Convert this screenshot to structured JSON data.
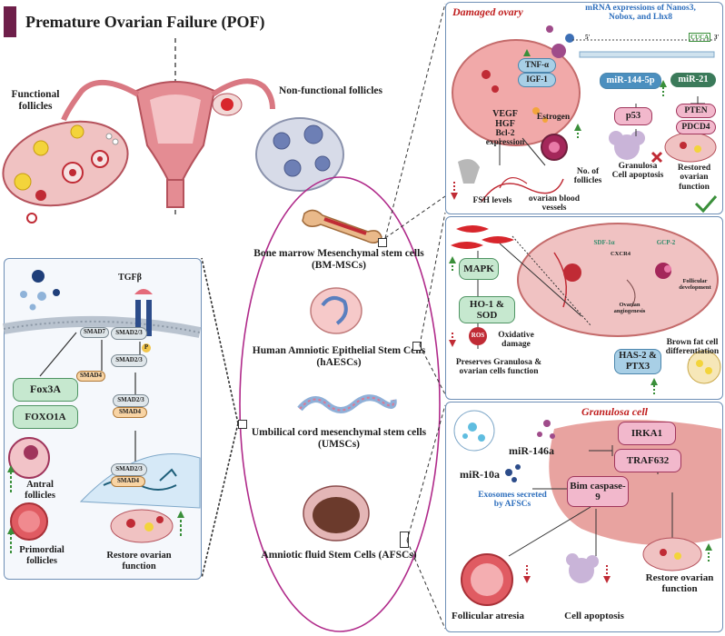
{
  "title": "Premature Ovarian Failure (POF)",
  "left_top": {
    "functional": "Functional follicles",
    "nonfunctional": "Non-functional follicles"
  },
  "stem_cells": [
    {
      "name": "Bone marrow Mesenchymal stem cells (BM-MSCs)"
    },
    {
      "name": "Human Amniotic Epithelial Stem Cells (hAESCs)"
    },
    {
      "name": "Umbilical cord mesenchymal stem cells (UMSCs)"
    },
    {
      "name": "Amniotic fluid Stem Cells (AFSCs)"
    }
  ],
  "tgf_panel": {
    "tgfb": "TGFβ",
    "smad7": "SMAD7",
    "smad23": "SMAD2/3",
    "smad4": "SMAD4",
    "p": "P",
    "fox3a": "Fox3A",
    "foxo1a": "FOXO1A",
    "antral": "Antral follicles",
    "primordial": "Primordial follicles",
    "restore": "Restore ovarian function"
  },
  "damaged": {
    "title": "Damaged ovary",
    "mrna": "mRNA expressions of Nanos3, Nobox, and Lhx8",
    "tnf": "TNF-α",
    "igf": "IGF-1",
    "vegf": "VEGF",
    "hgf": "HGF",
    "bcl2": "Bcl-2 expression",
    "estrogen": "Estrogen",
    "mir144": "miR-144-5p",
    "mir21": "miR-21",
    "p53": "p53",
    "pten": "PTEN",
    "pdcd4": "PDCD4",
    "granulosa_apop": "Granulosa Cell apoptosis",
    "restored": "Restored ovarian function",
    "nofoll": "No. of follicles",
    "fsh": "FSH levels",
    "vessels": "ovarian blood vessels",
    "strand_5": "5'",
    "strand_3": "3'",
    "cuca": "CUCA"
  },
  "mid_panel": {
    "mapk": "MAPK",
    "ho1": "HO-1 & SOD",
    "ros": "ROS",
    "oxid": "Oxidative damage",
    "preserve": "Preserves Granulosa & ovarian cells function",
    "has2": "HAS-2 & PTX3",
    "brown": "Brown fat cell differentiation",
    "sdf": "SDF-1α",
    "cxcr4": "CXCR4",
    "gcp2": "GCP-2",
    "angio": "Ovarian angiogenesis",
    "foll_dev": "Follicular development"
  },
  "gran_panel": {
    "title": "Granulosa cell",
    "mir146": "miR-146a",
    "mir10": "miR-10a",
    "exo": "Exosomes secreted by AFSCs",
    "irka1": "IRKA1",
    "traf": "TRAF632",
    "bim": "Bim caspase-9",
    "atresia": "Follicular atresia",
    "apoptosis": "Cell apoptosis",
    "restore": "Restore ovarian function"
  },
  "colors": {
    "accent": "#6e1f4a",
    "border": "#6e8fb6",
    "red": "#c01f1f",
    "green": "#3a8f3a"
  }
}
